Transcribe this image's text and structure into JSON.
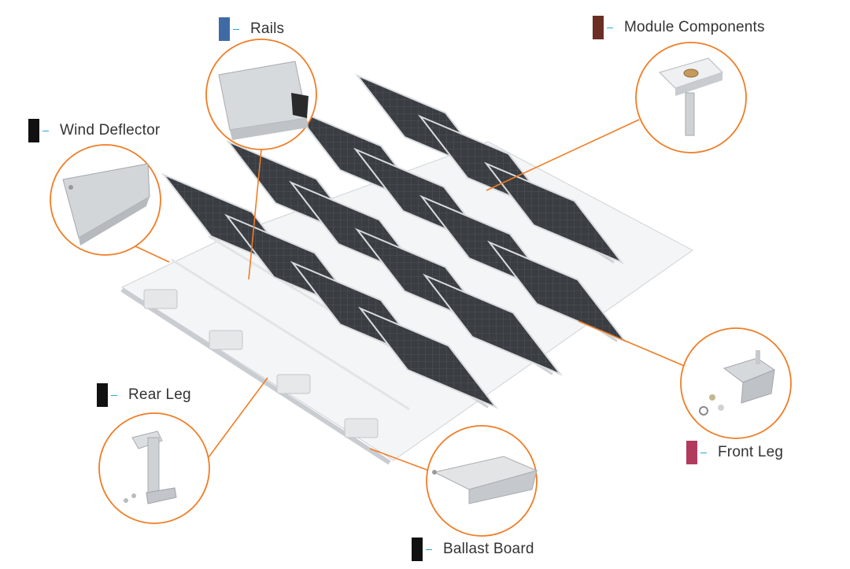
{
  "diagram": {
    "accent_color": "#f07d26",
    "callouts": [
      {
        "id": "rails",
        "label": "Rails",
        "swatch_color": "#3f6aa6",
        "icon": "rail-icon"
      },
      {
        "id": "module-components",
        "label": "Module Components",
        "swatch_color": "#6a2e22",
        "icon": "clamp-icon"
      },
      {
        "id": "wind-deflector",
        "label": "Wind Deflector",
        "swatch_color": "#111111",
        "icon": "deflector-plate-icon"
      },
      {
        "id": "rear-leg",
        "label": "Rear Leg",
        "swatch_color": "#111111",
        "icon": "bracket-icon"
      },
      {
        "id": "front-leg",
        "label": "Front Leg",
        "swatch_color": "#b23a5d",
        "icon": "front-bracket-icon"
      },
      {
        "id": "ballast-board",
        "label": "Ballast Board",
        "swatch_color": "#111111",
        "icon": "tray-icon"
      }
    ],
    "array": {
      "panel_color": "#3a3d42",
      "frame_color": "#d9dcdf"
    }
  }
}
